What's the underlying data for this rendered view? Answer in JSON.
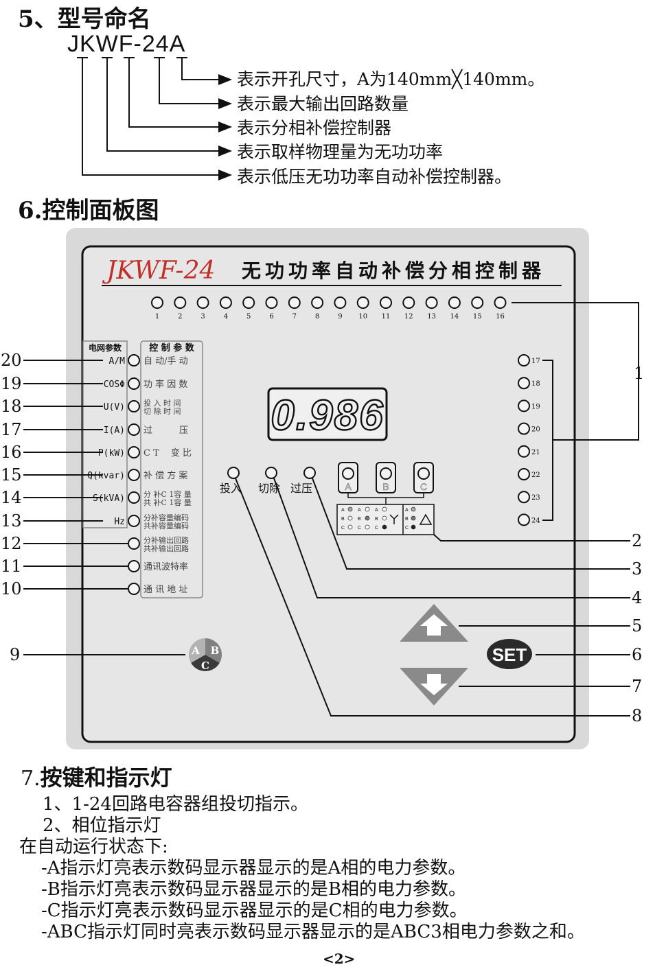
{
  "sec5": {
    "title": "5、型号命名",
    "model": "JKWF-24A",
    "lines": [
      "表示开孔尺寸，A为140mm╳140mm。",
      "表示最大输出回路数量",
      "表示分相补偿控制器",
      "表示取样物理量为无功功率",
      "表示低压无功功率自动补偿控制器。"
    ]
  },
  "sec6": {
    "title": "6.控制面板图"
  },
  "panel": {
    "model": "JKWF-24",
    "name": "无功功率自动补偿分相控制器",
    "display": "0.986",
    "leds_top": [
      "1",
      "2",
      "3",
      "4",
      "5",
      "6",
      "7",
      "8",
      "9",
      "10",
      "11",
      "12",
      "13",
      "14",
      "15",
      "16"
    ],
    "leds_right": [
      "17",
      "18",
      "19",
      "20",
      "21",
      "22",
      "23",
      "24"
    ],
    "grid_header": "电网参数",
    "ctrl_header": "控 制 参 数",
    "rows": [
      {
        "grid": "A/M",
        "ctrl": [
          "自 动/手 动"
        ]
      },
      {
        "grid": "COSΦ",
        "ctrl": [
          "功 率 因 数"
        ]
      },
      {
        "grid": "U(V)",
        "ctrl": [
          "投 入 时 间",
          "切 除 时 间"
        ]
      },
      {
        "grid": "I(A)",
        "ctrl": [
          "过　　　压"
        ]
      },
      {
        "grid": "P(kW)",
        "ctrl": [
          "C T　 变 比"
        ]
      },
      {
        "grid": "Q(kvar)",
        "ctrl": [
          "补 偿 方 案"
        ]
      },
      {
        "grid": "S(kVA)",
        "ctrl": [
          "分 补C 1容 量",
          "共 补C 1容 量"
        ]
      },
      {
        "grid": "Hz",
        "ctrl": [
          "分补容量编码",
          "共补容量编码"
        ]
      },
      {
        "grid": "",
        "ctrl": [
          "分补输出回路",
          "共补输出回路"
        ]
      },
      {
        "grid": "",
        "ctrl": [
          "通讯波特率"
        ]
      },
      {
        "grid": "",
        "ctrl": [
          "通 讯 地 址"
        ]
      }
    ],
    "status_labels": [
      "投入",
      "切除",
      "过压"
    ],
    "phase_labels": [
      "A",
      "B",
      "C"
    ],
    "set_label": "SET",
    "abc_btn": [
      "A",
      "B",
      "C"
    ],
    "wiring_rows": [
      "A",
      "B",
      "C"
    ]
  },
  "callouts_left": [
    "20",
    "19",
    "18",
    "17",
    "16",
    "15",
    "14",
    "13",
    "12",
    "11",
    "10",
    "9"
  ],
  "callouts_right": [
    "1",
    "2",
    "3",
    "4",
    "5",
    "6",
    "7",
    "8"
  ],
  "sec7": {
    "title_num": "7.",
    "title": "按键和指示灯",
    "lines": [
      "1、1-24回路电容器组投切指示。",
      "2、相位指示灯",
      "在自动运行状态下:",
      "-A指示灯亮表示数码显示器显示的是A相的电力参数。",
      "-B指示灯亮表示数码显示器显示的是B相的电力参数。",
      "-C指示灯亮表示数码显示器显示的是C相的电力参数。",
      "-ABC指示灯同时亮表示数码显示器显示的是ABC3相电力参数之和。"
    ]
  },
  "page_number": "<2>"
}
